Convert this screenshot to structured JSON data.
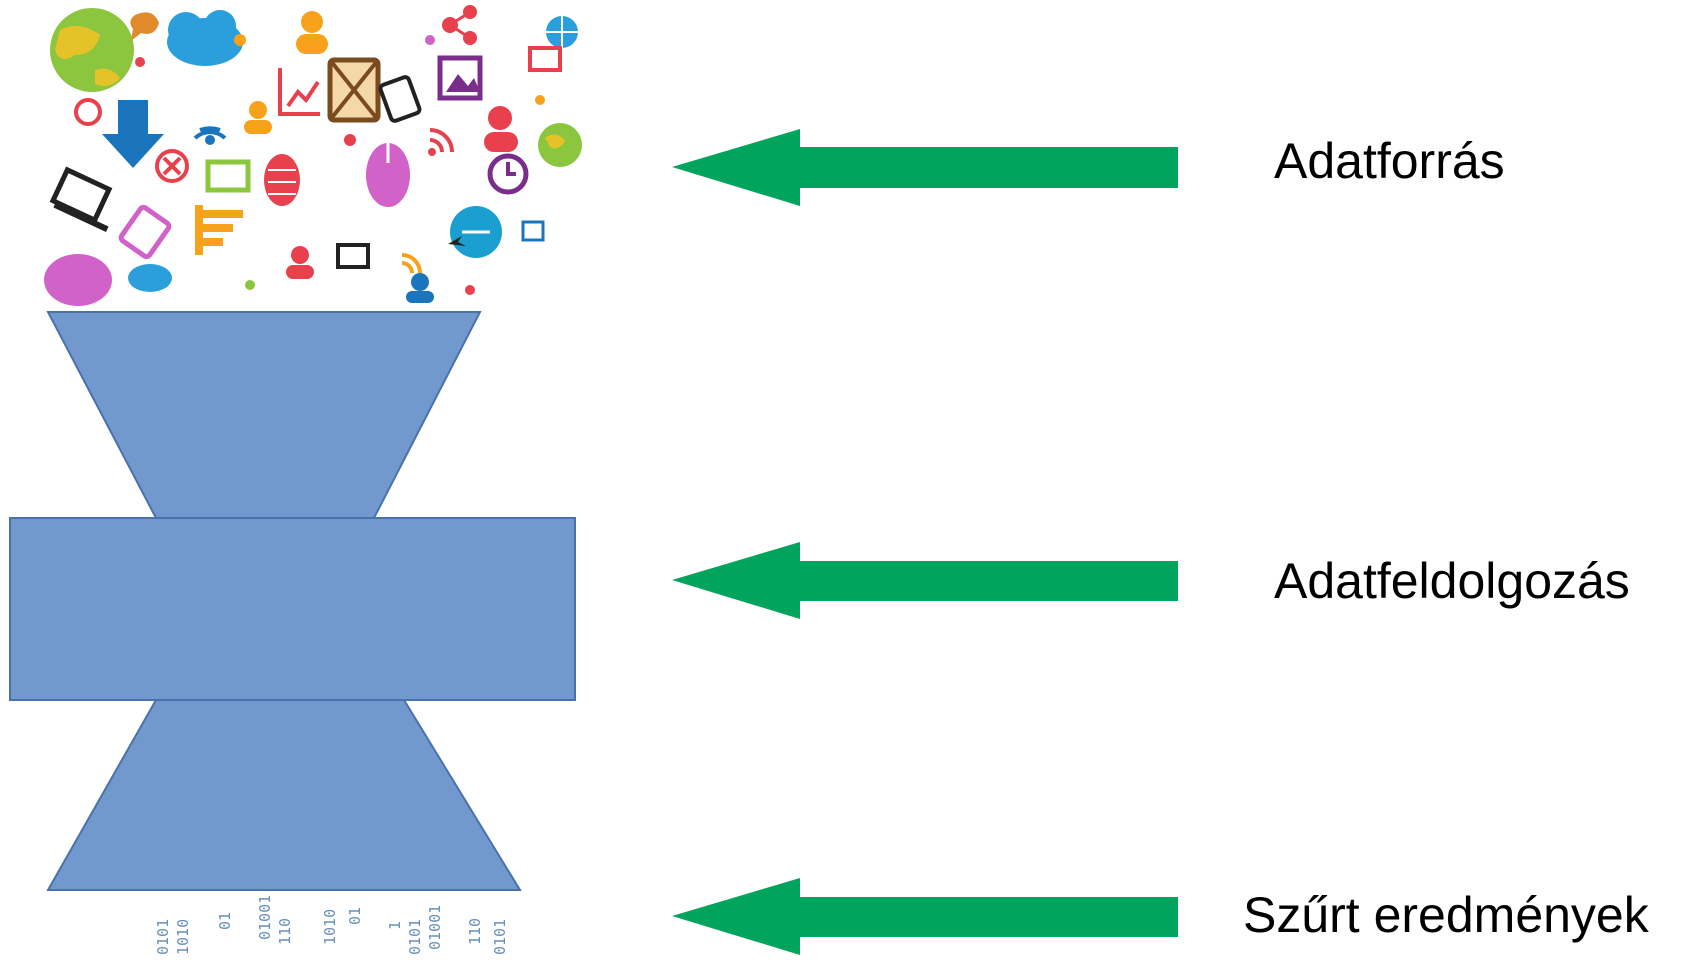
{
  "stages": [
    {
      "id": "source",
      "label": "Adatforrás"
    },
    {
      "id": "processing",
      "label": "Adatfeldolgozás"
    },
    {
      "id": "results",
      "label": "Szűrt eredmények"
    }
  ],
  "colors": {
    "funnel_fill": "#7199cd",
    "funnel_stroke": "#4a72aa",
    "arrow": "#00a45c",
    "binary_text": "#6a90b8"
  },
  "icons": [
    "globe-icon",
    "cloud-icon",
    "download-arrow-icon",
    "envelope-icon",
    "laptop-icon",
    "person-icon",
    "wifi-icon",
    "rss-icon",
    "mouse-icon",
    "share-icon",
    "clock-icon",
    "chart-icon",
    "image-icon",
    "tablet-icon"
  ],
  "binary_snippets": [
    "0101",
    "1010",
    "01001",
    "110",
    "01",
    "1"
  ]
}
